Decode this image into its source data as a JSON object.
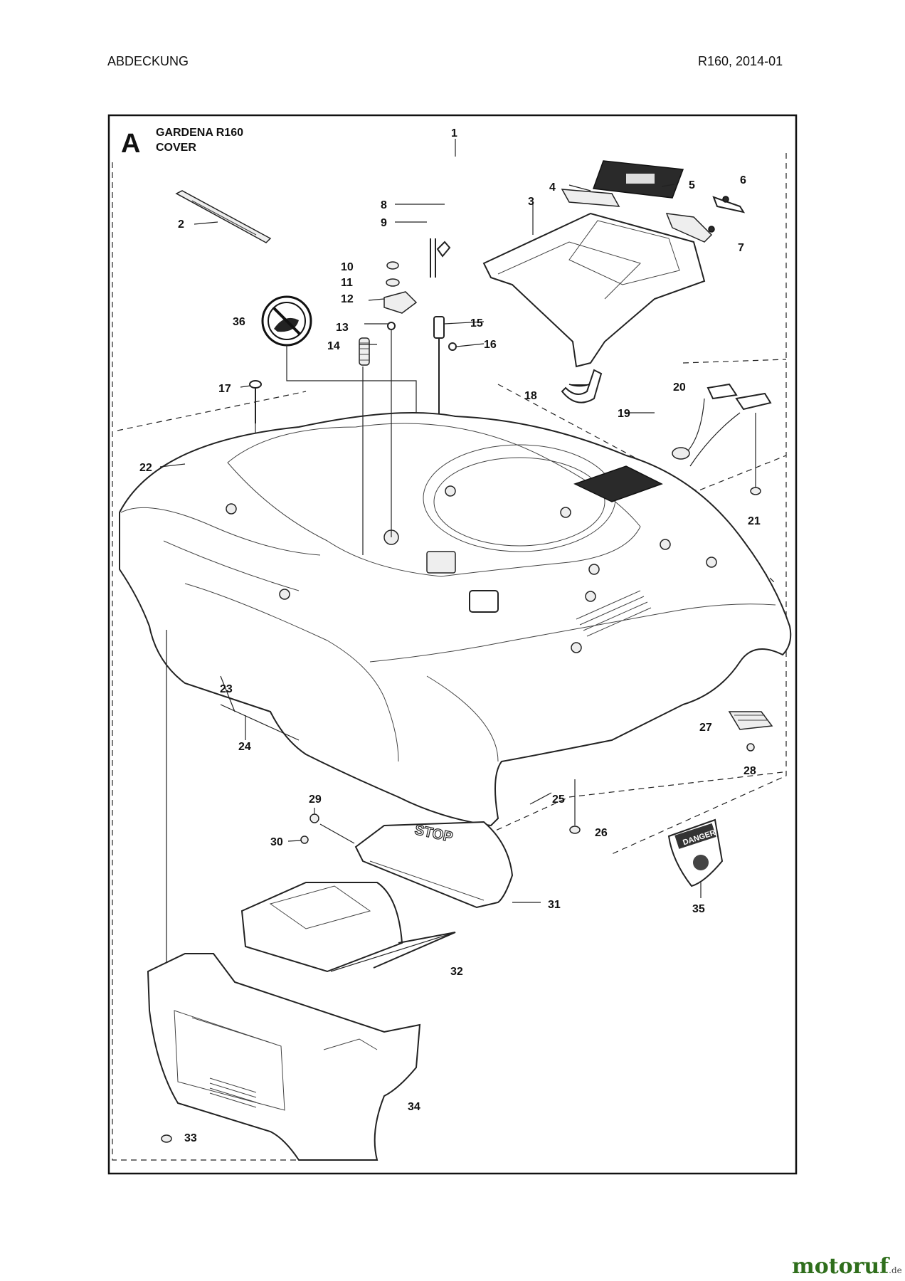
{
  "header": {
    "section": "ABDECKUNG",
    "model_date": "R160, 2014-01"
  },
  "title": {
    "letter": "A",
    "line1": "GARDENA R160",
    "line2": "COVER"
  },
  "callouts": [
    "1",
    "2",
    "3",
    "4",
    "5",
    "6",
    "7",
    "8",
    "9",
    "10",
    "11",
    "12",
    "13",
    "14",
    "15",
    "16",
    "17",
    "18",
    "19",
    "20",
    "21",
    "22",
    "23",
    "24",
    "25",
    "26",
    "27",
    "28",
    "29",
    "30",
    "31",
    "32",
    "33",
    "34",
    "35",
    "36"
  ],
  "labels": {
    "danger_sign": "DANGER",
    "hatch_text": "STOP"
  },
  "watermark": {
    "brand": "motoruf",
    "tld": ".de"
  },
  "colors": {
    "line": "#222222",
    "brand_green": "#2f6e1c"
  }
}
